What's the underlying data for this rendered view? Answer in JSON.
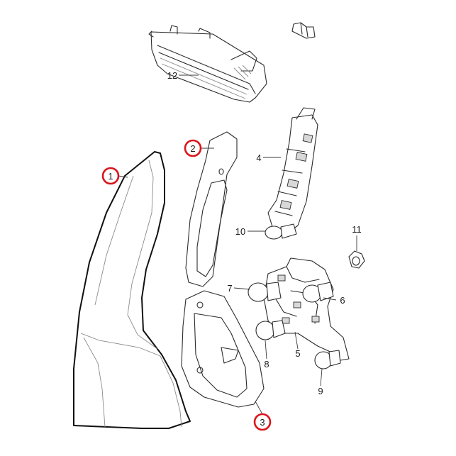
{
  "diagram": {
    "callouts": [
      {
        "id": "1",
        "label": "1",
        "highlighted": true
      },
      {
        "id": "2",
        "label": "2",
        "highlighted": true
      },
      {
        "id": "3",
        "label": "3",
        "highlighted": true
      },
      {
        "id": "4",
        "label": "4",
        "highlighted": false
      },
      {
        "id": "5",
        "label": "5",
        "highlighted": false
      },
      {
        "id": "6",
        "label": "6",
        "highlighted": false
      },
      {
        "id": "7",
        "label": "7",
        "highlighted": false
      },
      {
        "id": "8",
        "label": "8",
        "highlighted": false
      },
      {
        "id": "9",
        "label": "9",
        "highlighted": false
      },
      {
        "id": "10",
        "label": "10",
        "highlighted": false
      },
      {
        "id": "11",
        "label": "11",
        "highlighted": false
      },
      {
        "id": "12",
        "label": "12",
        "highlighted": false
      }
    ],
    "colors": {
      "line": "#2b2b2b",
      "highlight_ring": "#d8161c",
      "background": "#ffffff"
    }
  }
}
